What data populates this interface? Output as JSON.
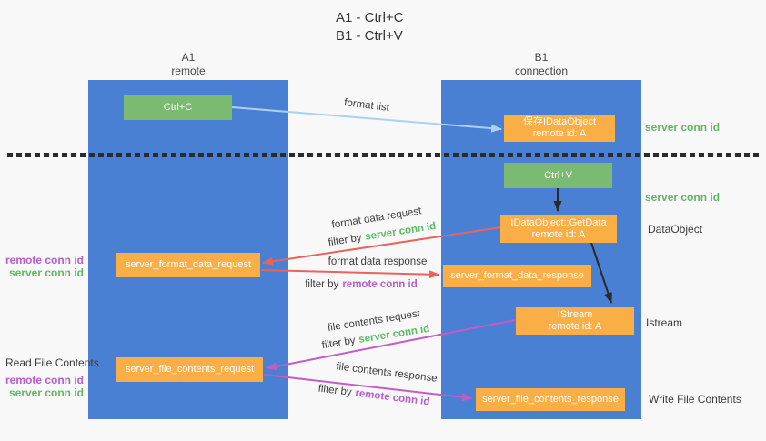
{
  "title": {
    "line1": "A1 - Ctrl+C",
    "line2": "B1 - Ctrl+V"
  },
  "columns": {
    "a1": {
      "name": "A1",
      "subtitle": "remote"
    },
    "b1": {
      "name": "B1",
      "subtitle": "connection"
    }
  },
  "boxes": {
    "ctrl_c": {
      "label": "Ctrl+C"
    },
    "save_idataobject": {
      "line1": "保存IDataObject",
      "line2": "remote id: A"
    },
    "ctrl_v": {
      "label": "Ctrl+V"
    },
    "getdata": {
      "line1": "IDataObject::GetData",
      "line2": "remote id: A"
    },
    "server_format_data_request": {
      "label": "server_format_data_request"
    },
    "server_format_data_response": {
      "label": "server_format_data_response"
    },
    "istream": {
      "line1": "IStream",
      "line2": "remote id: A"
    },
    "server_file_contents_request": {
      "label": "server_file_contents_request"
    },
    "server_file_contents_response": {
      "label": "server_file_contents_response"
    }
  },
  "arrow_labels": {
    "format_list": "format list",
    "format_data_request": {
      "text": "format data request",
      "filter_prefix": "filter by",
      "filter_key": "server conn id"
    },
    "format_data_response": {
      "text": "format data response",
      "filter_prefix": "filter by",
      "filter_key": "remote conn id"
    },
    "file_contents_request": {
      "text": "file contents request",
      "filter_prefix": "filter by",
      "filter_key": "server conn id"
    },
    "file_contents_response": {
      "text": "file contents response",
      "filter_prefix": "filter by",
      "filter_key": "remote conn id"
    }
  },
  "side_labels": {
    "right_server_conn_id_top": "server conn id",
    "right_server_conn_id_mid": "server conn id",
    "right_dataobject": "DataObject",
    "right_istream": "Istream",
    "right_write_file_contents": "Write File Contents",
    "left_remote_conn_id_top": "remote conn id",
    "left_server_conn_id_top": "server conn id",
    "left_read_file_contents": "Read File Contents",
    "left_remote_conn_id_bottom": "remote conn id",
    "left_server_conn_id_bottom": "server conn id"
  },
  "colors": {
    "column_blue": "#4A80D3",
    "box_green": "#7BBA71",
    "box_orange": "#F9AE46",
    "arrow_red": "#E8645A",
    "arrow_magenta": "#C45CC4",
    "arrow_lightblue": "#A9D2F0",
    "arrow_black": "#2a2a2a",
    "label_green": "#5CB964",
    "label_purple": "#B55EC7"
  }
}
